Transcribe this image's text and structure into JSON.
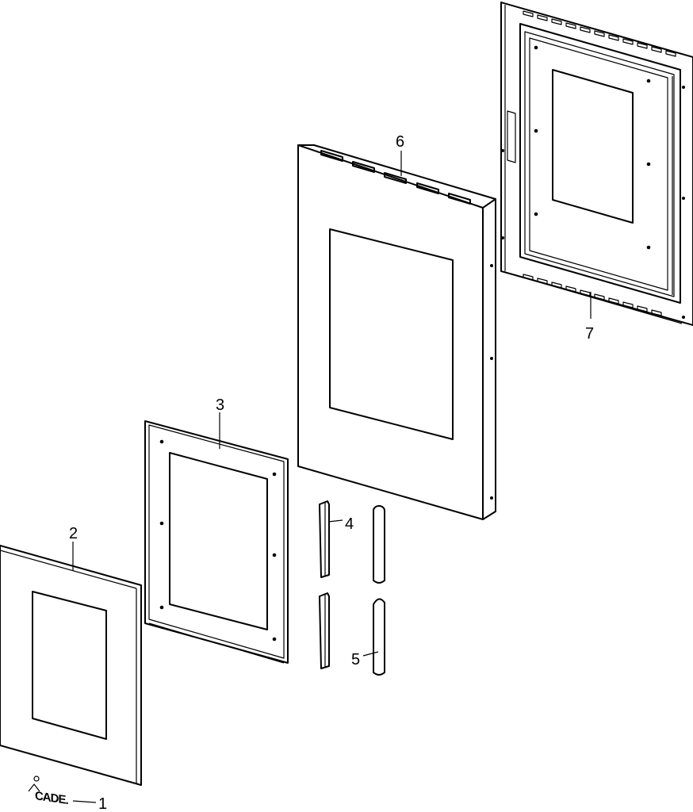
{
  "diagram": {
    "callouts": [
      {
        "id": "1",
        "text": "1"
      },
      {
        "id": "2",
        "text": "2"
      },
      {
        "id": "3",
        "text": "3"
      },
      {
        "id": "4",
        "text": "4"
      },
      {
        "id": "5",
        "text": "5"
      },
      {
        "id": "6",
        "text": "6"
      },
      {
        "id": "7",
        "text": "7"
      }
    ],
    "logo_text": "CADE."
  }
}
